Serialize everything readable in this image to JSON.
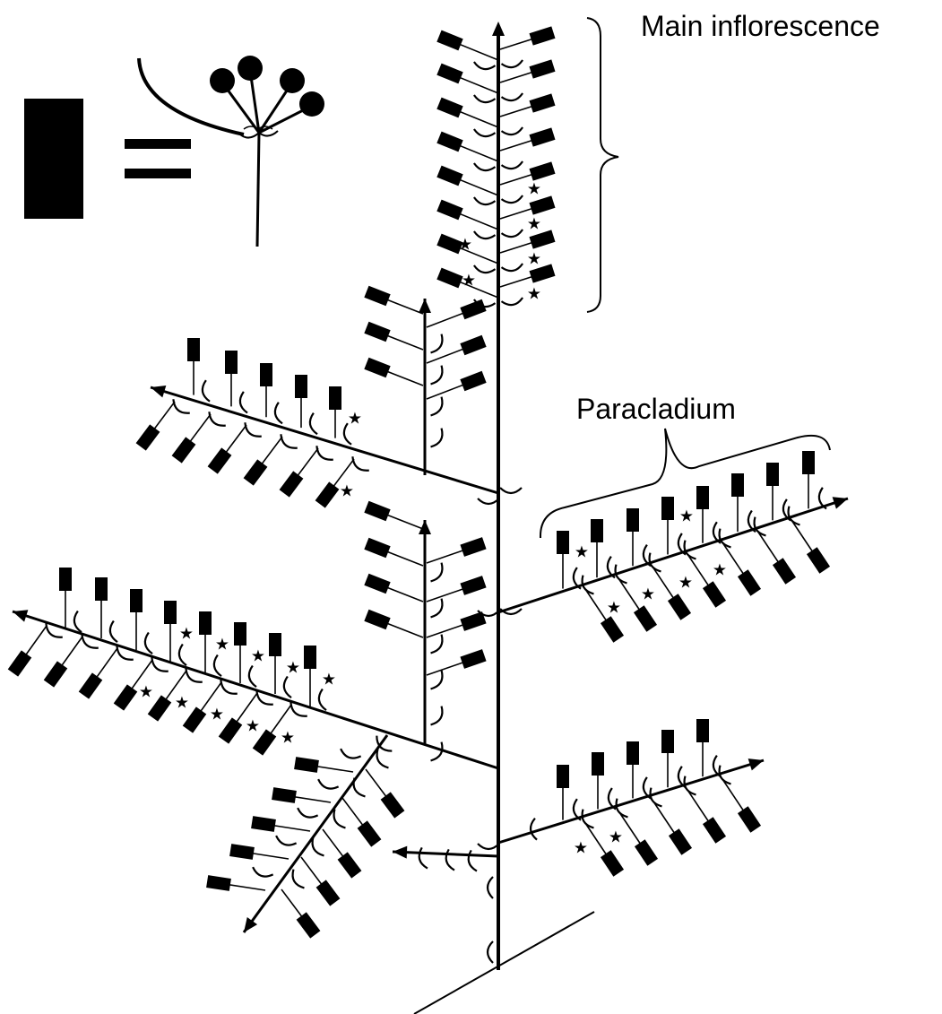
{
  "labels": {
    "main_inflorescence": "Main inflorescence",
    "paracladium": "Paracladium"
  },
  "legend": {
    "symbol": "umbel",
    "equals": "="
  },
  "marker_symbol": "★",
  "colors": {
    "ink": "#000000",
    "background": "#ffffff"
  }
}
